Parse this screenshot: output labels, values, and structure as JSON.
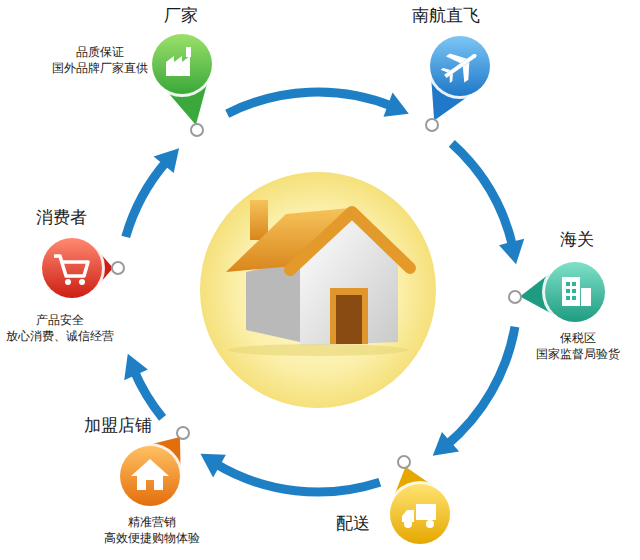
{
  "diagram": {
    "nodes": [
      {
        "text": [
          "厂家",
          "品质保证 国外品牌厂家直供"
        ]
      },
      {
        "text": [
          "南航直飞"
        ]
      },
      {
        "text": [
          "海关",
          "保税区 国家监督局验货"
        ]
      },
      {
        "text": [
          "配送"
        ]
      },
      {
        "text": [
          "加盟店铺",
          "精准营销 高效便捷购物体验"
        ]
      },
      {
        "text": [
          "消费者",
          "产品安全 放心消费、诚信经营"
        ]
      }
    ],
    "edges": [
      {
        "from": 0,
        "to": 1,
        "arrow": "to"
      },
      {
        "from": 1,
        "to": 2,
        "arrow": "to"
      },
      {
        "from": 2,
        "to": 3,
        "arrow": "to"
      },
      {
        "from": 3,
        "to": 4,
        "arrow": "to"
      },
      {
        "from": 4,
        "to": 5,
        "arrow": "to"
      },
      {
        "from": 5,
        "to": 0,
        "arrow": "to"
      }
    ]
  }
}
